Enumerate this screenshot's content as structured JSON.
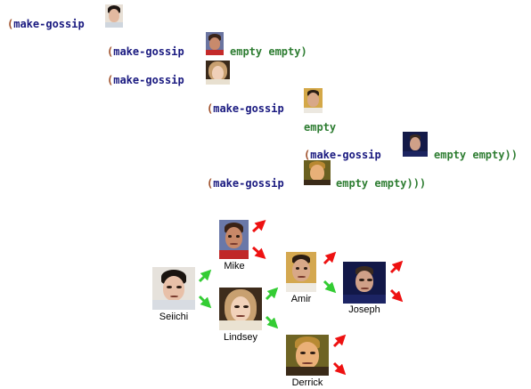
{
  "code": {
    "open_paren": "(",
    "keyword": "make-gossip",
    "empty_empty": "empty empty",
    "empty_empty_close2": "empty empty))",
    "empty_empty_close3": "empty empty)))",
    "empty_empty_close1": "empty empty)",
    "empty": "empty"
  },
  "people": {
    "seiichi": "Seiichi",
    "mike": "Mike",
    "lindsey": "Lindsey",
    "amir": "Amir",
    "joseph": "Joseph",
    "derrick": "Derrick"
  },
  "colors": {
    "green_arrow": "#33cc33",
    "red_arrow": "#ee1111",
    "paren": "#a0522d",
    "keyword": "#1a1a80",
    "value": "#2e7d32"
  }
}
